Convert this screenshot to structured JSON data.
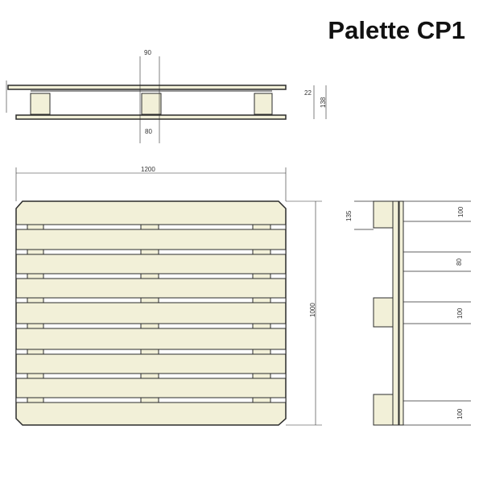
{
  "title": "Palette CP1",
  "colors": {
    "wood": "#f2f0d8",
    "line": "#2b2b2b"
  },
  "front_view": {
    "dims": {
      "block_top": "90",
      "block_bottom": "80",
      "deck": "22",
      "height": "138"
    }
  },
  "plan_view": {
    "dims": {
      "length": "1200",
      "width": "1000"
    }
  },
  "side_view": {
    "dims": {
      "block": "135",
      "gap1": "100",
      "gap2": "80",
      "gap3": "100",
      "gap4": "100"
    }
  }
}
